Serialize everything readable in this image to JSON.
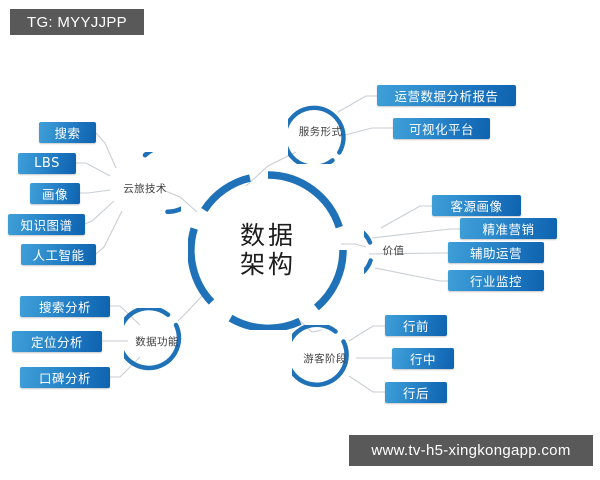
{
  "watermarks": {
    "top_left": "TG: MYYJJPP",
    "bottom_right": "www.tv-h5-xingkongapp.com"
  },
  "colors": {
    "chip_light": "#3f9fd8",
    "chip_dark": "#0f63ae",
    "ring_stroke": "#1f72b8",
    "wire": "#c9ced3",
    "watermark_bg": "#595959",
    "hub_text": "#1d1d1d",
    "ring_text": "#404040",
    "background": "#ffffff"
  },
  "diagram": {
    "type": "mind-map",
    "center": {
      "label": "数据架构",
      "line1": "数据",
      "line2": "架构"
    },
    "branches": [
      {
        "id": "cloud-travel-tech",
        "label": "云旅技术",
        "children": [
          {
            "label": "搜索"
          },
          {
            "label": "LBS"
          },
          {
            "label": "画像"
          },
          {
            "label": "知识图谱"
          },
          {
            "label": "人工智能"
          }
        ]
      },
      {
        "id": "service-form",
        "label": "服务形式",
        "children": [
          {
            "label": "运营数据分析报告"
          },
          {
            "label": "可视化平台"
          }
        ]
      },
      {
        "id": "value",
        "label": "价值",
        "children": [
          {
            "label": "客源画像"
          },
          {
            "label": "精准营销"
          },
          {
            "label": "辅助运营"
          },
          {
            "label": "行业监控"
          }
        ]
      },
      {
        "id": "tourist-stage",
        "label": "游客阶段",
        "children": [
          {
            "label": "行前"
          },
          {
            "label": "行中"
          },
          {
            "label": "行后"
          }
        ]
      },
      {
        "id": "data-function",
        "label": "数据功能",
        "children": [
          {
            "label": "搜索分析"
          },
          {
            "label": "定位分析"
          },
          {
            "label": "口碑分析"
          }
        ]
      }
    ]
  }
}
